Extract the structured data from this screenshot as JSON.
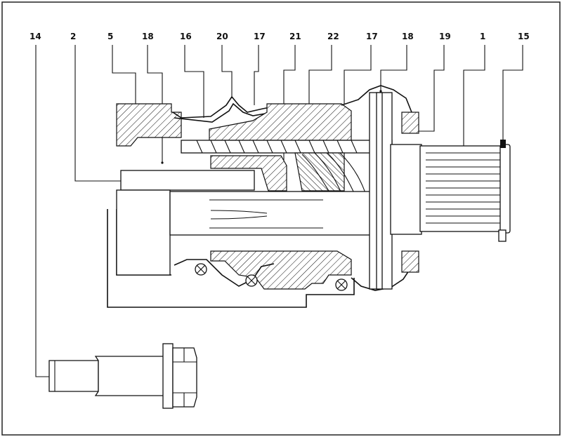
{
  "callouts": [
    {
      "id": "c14",
      "label": "14"
    },
    {
      "id": "c2",
      "label": "2"
    },
    {
      "id": "c5",
      "label": "5"
    },
    {
      "id": "c18a",
      "label": "18"
    },
    {
      "id": "c16",
      "label": "16"
    },
    {
      "id": "c20",
      "label": "20"
    },
    {
      "id": "c17a",
      "label": "17"
    },
    {
      "id": "c21",
      "label": "21"
    },
    {
      "id": "c22",
      "label": "22"
    },
    {
      "id": "c17b",
      "label": "17"
    },
    {
      "id": "c18b",
      "label": "18"
    },
    {
      "id": "c19",
      "label": "19"
    },
    {
      "id": "c1",
      "label": "1"
    },
    {
      "id": "c15",
      "label": "15"
    }
  ],
  "colors": {
    "ink": "#111111",
    "paper": "#ffffff",
    "frame": "#222222"
  }
}
